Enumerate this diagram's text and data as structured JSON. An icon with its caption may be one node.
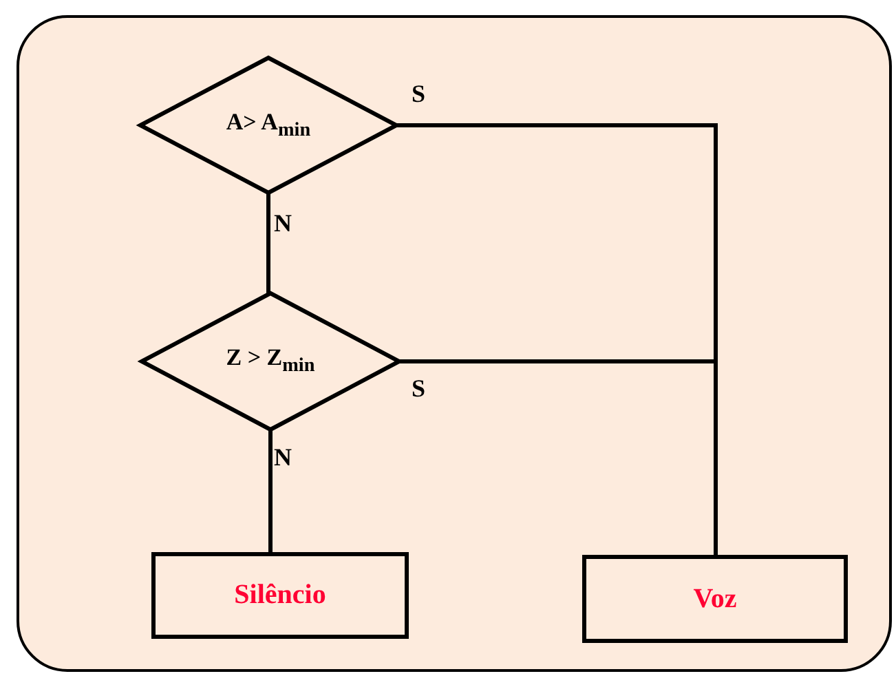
{
  "diagram": {
    "nodes": [
      {
        "text": [
          "A> A$_{min}$"
        ]
      },
      {
        "text": [
          "Z > Z$_{min}$"
        ]
      },
      {
        "text": [
          "Silêncio"
        ]
      },
      {
        "text": [
          "Voz"
        ]
      }
    ],
    "edges": [
      {
        "from": 0,
        "to": 3,
        "arrow": "none",
        "label": "S"
      },
      {
        "from": 0,
        "to": 1,
        "arrow": "none",
        "label": "N"
      },
      {
        "from": 1,
        "to": 3,
        "arrow": "none",
        "label": "S"
      },
      {
        "from": 1,
        "to": 2,
        "arrow": "none",
        "label": "N"
      }
    ]
  }
}
